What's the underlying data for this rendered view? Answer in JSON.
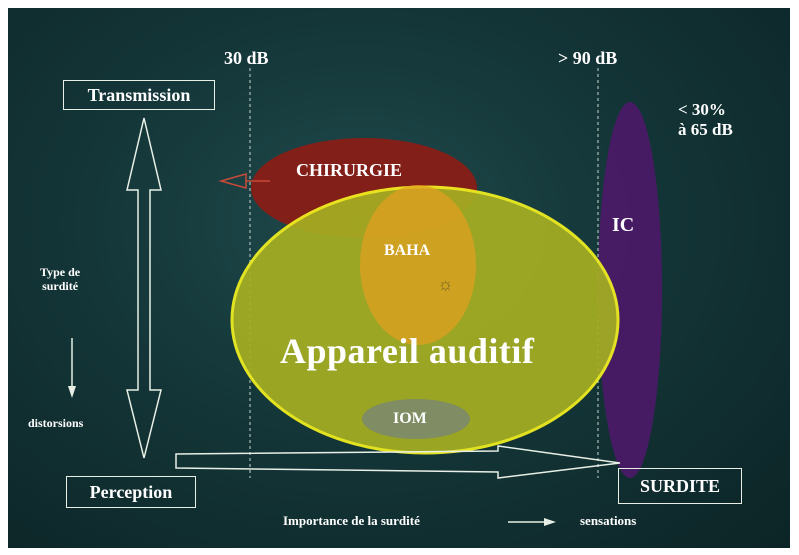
{
  "thresholds": {
    "low": "30 dB",
    "high": "> 90 dB"
  },
  "axes": {
    "top_box": "Transmission",
    "bottom_box": "Perception",
    "type_label": "Type de\nsurdité",
    "distortions_label": "distorsions",
    "importance_label": "Importance de la surdité",
    "sensations_label": "sensations",
    "surdite_box": "SURDITE"
  },
  "ic_note": {
    "line1": "< 30%",
    "line2": "à 65 dB"
  },
  "regions": {
    "chirurgie": "CHIRURGIE",
    "baha": "BAHA",
    "appareil": "Appareil auditif",
    "iom": "IOM",
    "ic": "IC"
  },
  "colors": {
    "background": "#143638",
    "chirurgie": "#8c1c16",
    "baha": "#e3a020",
    "appareil_fill": "#a4ae22",
    "appareil_stroke": "#f2f020",
    "iom": "#7d8a68",
    "ic": "#4a1a66",
    "outline": "#e8efe6"
  },
  "icons": {
    "baha_symbol": "sun-icon"
  }
}
